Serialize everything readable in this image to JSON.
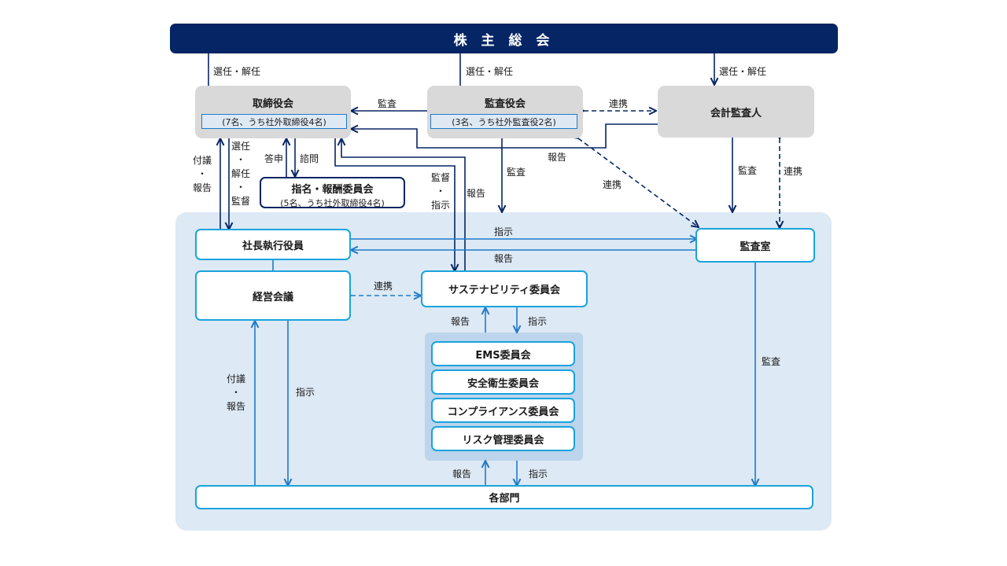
{
  "shareholders": "株 主 総 会",
  "board": {
    "title": "取締役会",
    "sub": "(7名、うち社外取締役4名)"
  },
  "audit_board": {
    "title": "監査役会",
    "sub": "(3名、うち社外監査役2名)"
  },
  "accounting_auditor": "会計監査人",
  "nomination": {
    "title": "指名・報酬委員会",
    "sub": "(5名、うち社外取締役4名)"
  },
  "president": "社長執行役員",
  "audit_office": "監査室",
  "management": "経営会議",
  "sustainability": "サステナビリティ委員会",
  "committees": [
    "EMS委員会",
    "安全衛生委員会",
    "コンプライアンス委員会",
    "リスク管理委員会"
  ],
  "departments": "各部門",
  "labels": {
    "elect1": "選任・解任",
    "elect2": "選任・解任",
    "elect3": "選任・解任",
    "kansa": "監査",
    "renkei": "連携",
    "hokoku": "報告",
    "shiji": "指示",
    "toushin": "答申",
    "shimon": "諮問",
    "fugi_v": [
      "付議",
      "・",
      "報告"
    ],
    "senin_v": [
      "選任",
      "・",
      "解任",
      "・",
      "監督"
    ],
    "kantoku_v": [
      "監督",
      "・",
      "指示"
    ]
  },
  "colors": {
    "navy": "#062564",
    "blue": "#1f7ac8",
    "cyan": "#1aa3dc",
    "panel": "#dde9f5"
  }
}
